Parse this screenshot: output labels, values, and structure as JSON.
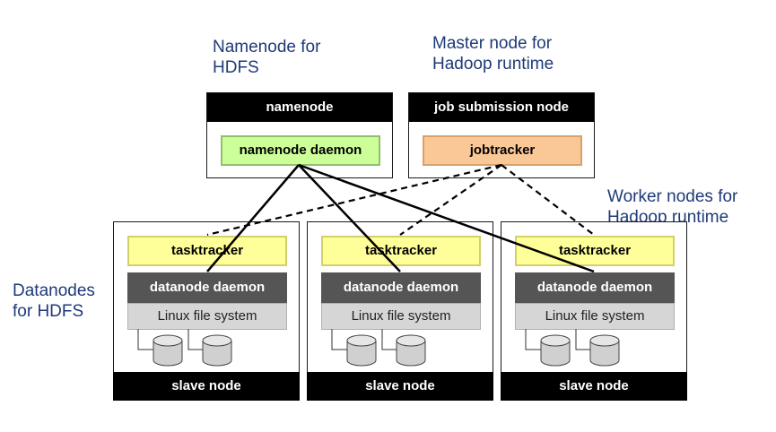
{
  "captions": {
    "namenode": "Namenode for\nHDFS",
    "master": "Master node for\nHadoop runtime",
    "worker": "Worker nodes for\nHadoop runtime",
    "datanodes": "Datanodes\nfor HDFS"
  },
  "namenode_box": {
    "title": "namenode",
    "daemon": "namenode daemon"
  },
  "job_box": {
    "title": "job submission node",
    "daemon": "jobtracker"
  },
  "slaves": [
    {
      "tasktracker": "tasktracker",
      "datanode": "datanode daemon",
      "fs": "Linux file system",
      "footer": "slave node"
    },
    {
      "tasktracker": "tasktracker",
      "datanode": "datanode daemon",
      "fs": "Linux file system",
      "footer": "slave node"
    },
    {
      "tasktracker": "tasktracker",
      "datanode": "datanode daemon",
      "fs": "Linux file system",
      "footer": "slave node"
    }
  ],
  "colors": {
    "caption": "#1f3a78",
    "namenode_daemon": "#ccff99",
    "jobtracker": "#fac896",
    "tasktracker": "#ffff99",
    "datanode_daemon": "#555555",
    "filesystem": "#d6d6d6"
  }
}
